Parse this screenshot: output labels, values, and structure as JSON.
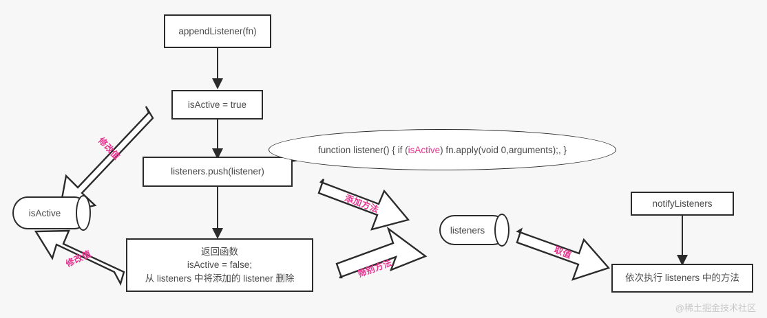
{
  "diagram": {
    "title": "appendListener flow",
    "background_color": "#f7f7f7",
    "stroke_color": "#2b2b2b",
    "text_color": "#4a4a4a",
    "accent_color": "#e8338f",
    "nodes": {
      "append_listener": {
        "label": "appendListener(fn)"
      },
      "is_active_true": {
        "label": "isActive = true"
      },
      "listeners_push": {
        "label": "listeners.push(listener)"
      },
      "return_fn": {
        "line1": "返回函数",
        "line2": "isActive = false;",
        "line3": "从 listeners 中将添加的 listener 删除"
      },
      "listener_code": {
        "prefix": "function listener() {  if (",
        "highlight": "isActive",
        "suffix": ") fn.apply(void 0,arguments);,  }"
      },
      "is_active_store": {
        "label": "isActive"
      },
      "listeners_store": {
        "label": "listeners"
      },
      "notify_listeners": {
        "label": "notifyListeners"
      },
      "execute_listeners": {
        "label": "依次执行 listeners 中的方法"
      }
    },
    "arrow_labels": {
      "modify_value_upper": "修改值",
      "modify_value_lower": "修改值",
      "add_method": "添加方法",
      "filter_method": "筛别方法",
      "get_value": "取值"
    },
    "watermark": "@稀土掘金技术社区"
  }
}
